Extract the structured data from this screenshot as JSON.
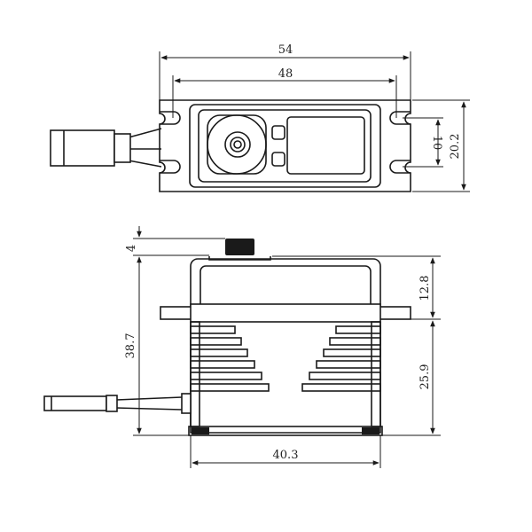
{
  "top_view": {
    "overall_width": "54",
    "mounting_hole_spacing": "48",
    "hole_slot_spacing": "10",
    "overall_depth": "20.2"
  },
  "side_view": {
    "output_shaft_height": "4",
    "total_height": "38.7",
    "upper_section_height": "12.8",
    "lower_section_height": "25.9",
    "body_width": "40.3"
  },
  "colors": {
    "line": "#1a1a1a",
    "background": "#ffffff"
  }
}
